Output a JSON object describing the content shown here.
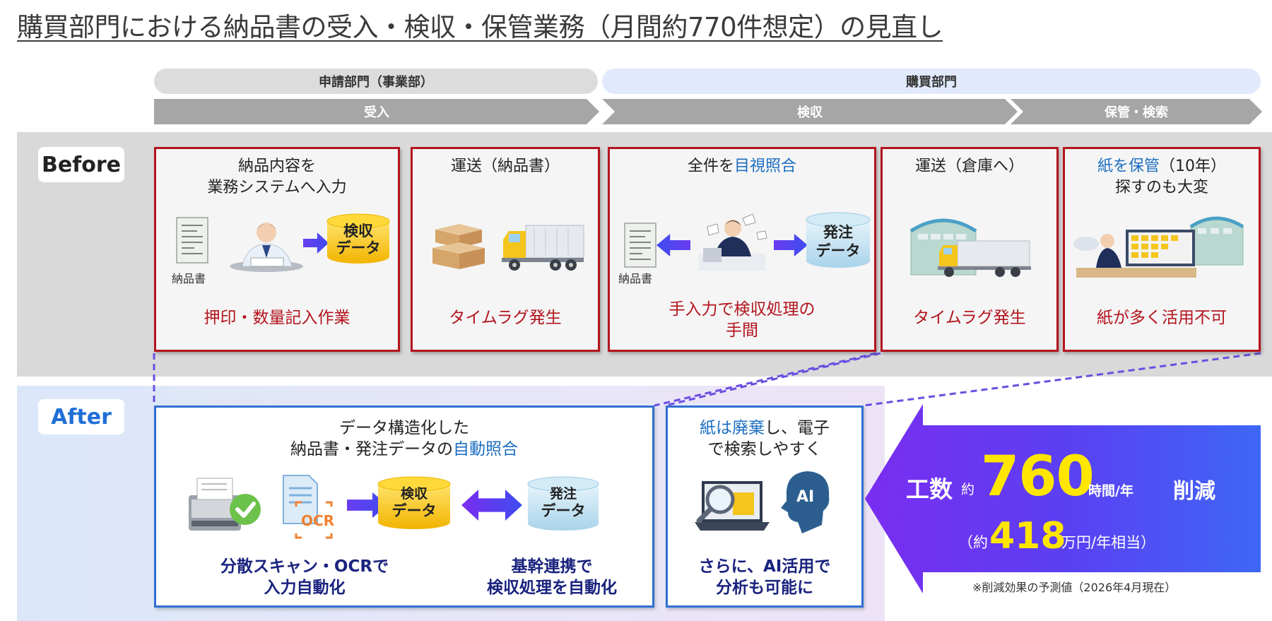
{
  "title": "購買部門における納品書の受入・検収・保管業務（月間約770件想定）の見直し",
  "departments": {
    "applicant": "申請部門（事業部）",
    "purchasing": "購買部門"
  },
  "phases": [
    "受入",
    "検収",
    "保管・検索"
  ],
  "labels": {
    "before": "Before",
    "after": "After"
  },
  "before_cards": [
    {
      "head_line1": "納品内容を",
      "head_line2": "業務システムへ入力",
      "doc_label": "納品書",
      "cyl_line1": "検収",
      "cyl_line2": "データ",
      "issue": "押印・数量記入作業"
    },
    {
      "head": "運送（納品書）",
      "issue": "タイムラグ発生"
    },
    {
      "head_pre": "全件を",
      "head_hl": "目視照合",
      "doc_label": "納品書",
      "cyl_line1": "発注",
      "cyl_line2": "データ",
      "issue_line1": "手入力で検収処理の",
      "issue_line2": "手間"
    },
    {
      "head": "運送（倉庫へ）",
      "issue": "タイムラグ発生"
    },
    {
      "head_hl": "紙を保管",
      "head_rest": "（10年）",
      "head_line2": "探すのも大変",
      "issue": "紙が多く活用不可"
    }
  ],
  "after_cards": {
    "main": {
      "head_line1": "データ構造化した",
      "head_line2_pre": "納品書・発注データの",
      "head_line2_hl": "自動照合",
      "ocr": "OCR",
      "cyl1_line1": "検収",
      "cyl1_line2": "データ",
      "cyl2_line1": "発注",
      "cyl2_line2": "データ",
      "benefit1_line1": "分散スキャン・OCRで",
      "benefit1_line2": "入力自動化",
      "benefit2_line1": "基幹連携で",
      "benefit2_line2": "検収処理を自動化"
    },
    "storage": {
      "head_hl": "紙は廃棄",
      "head_rest": "し、電子",
      "head_line2": "で検索しやすく",
      "ai": "AI",
      "benefit_line1": "さらに、AI活用で",
      "benefit_line2": "分析も可能に"
    }
  },
  "reduction": {
    "label": "工数",
    "approx": "約",
    "hours": "760",
    "hours_unit": "時間/年",
    "reduce": "削減",
    "paren_open": "（約",
    "yen": "418",
    "yen_unit": "万円/年相当）",
    "note": "※削減効果の予測値（2026年4月現在）"
  },
  "colors": {
    "issue_red": "#b3141e",
    "after_blue": "#2f6fd1",
    "highlight_blue": "#1d6fc1",
    "arrow_purple": "#7a2df0",
    "value_yellow": "#ffe600"
  }
}
